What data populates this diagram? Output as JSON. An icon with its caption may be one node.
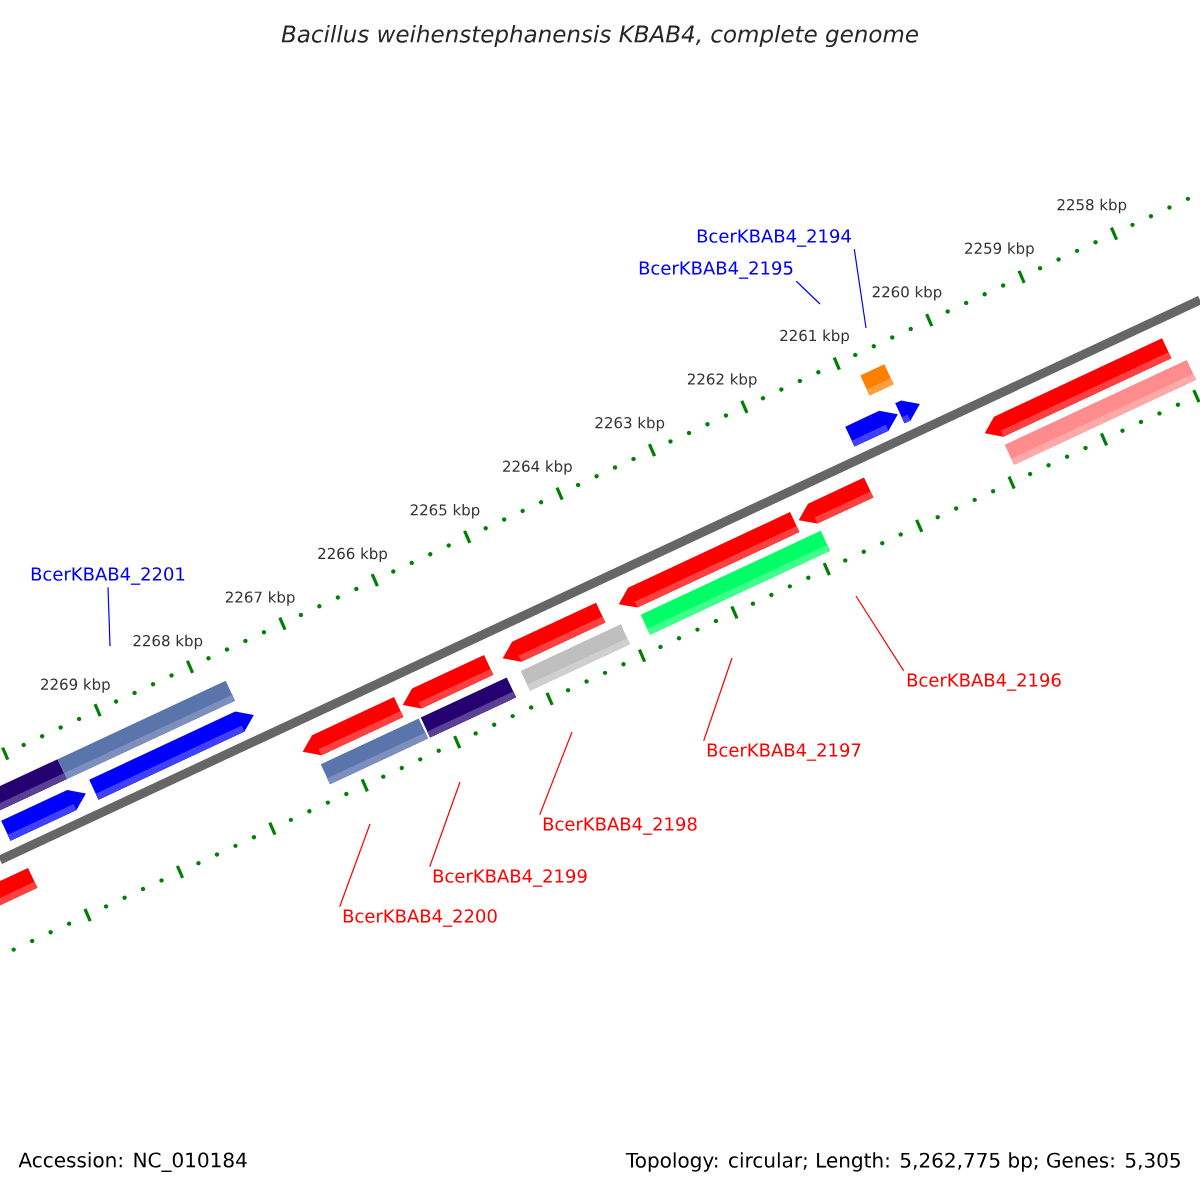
{
  "diagram": {
    "title": "Bacillus weihenstephanensis KBAB4, complete genome",
    "nodes": [
      {
        "text": [
          "BcerKBAB4_2194"
        ]
      },
      {
        "text": [
          "BcerKBAB4_2195"
        ]
      },
      {
        "text": [
          "BcerKBAB4_2201"
        ]
      },
      {
        "text": [
          "BcerKBAB4_2196"
        ]
      },
      {
        "text": [
          "BcerKBAB4_2197"
        ]
      },
      {
        "text": [
          "BcerKBAB4_2198"
        ]
      },
      {
        "text": [
          "BcerKBAB4_2199"
        ]
      },
      {
        "text": [
          "BcerKBAB4_2200"
        ]
      }
    ],
    "edges": [
      {
        "from": 0,
        "to": null,
        "arrow": "none",
        "color": "#0000ff"
      },
      {
        "from": 1,
        "to": null,
        "arrow": "none",
        "color": "#0000ff"
      },
      {
        "from": 2,
        "to": null,
        "arrow": "none",
        "color": "#0000ff"
      },
      {
        "from": 3,
        "to": null,
        "arrow": "none"
      },
      {
        "from": 4,
        "to": null,
        "arrow": "none"
      },
      {
        "from": 5,
        "to": null,
        "arrow": "none"
      },
      {
        "from": 6,
        "to": null,
        "arrow": "none"
      },
      {
        "from": 7,
        "to": null,
        "arrow": "none"
      }
    ],
    "labels": [
      "2258 kbp",
      "2259 kbp",
      "2260 kbp",
      "2261 kbp",
      "2262 kbp",
      "2263 kbp",
      "2264 kbp",
      "2265 kbp",
      "2266 kbp",
      "2267 kbp",
      "2268 kbp",
      "2269 kbp",
      "Accession: NC_010184",
      "Topology: circular; Length: 5,262,775 bp; Genes: 5,305"
    ]
  }
}
